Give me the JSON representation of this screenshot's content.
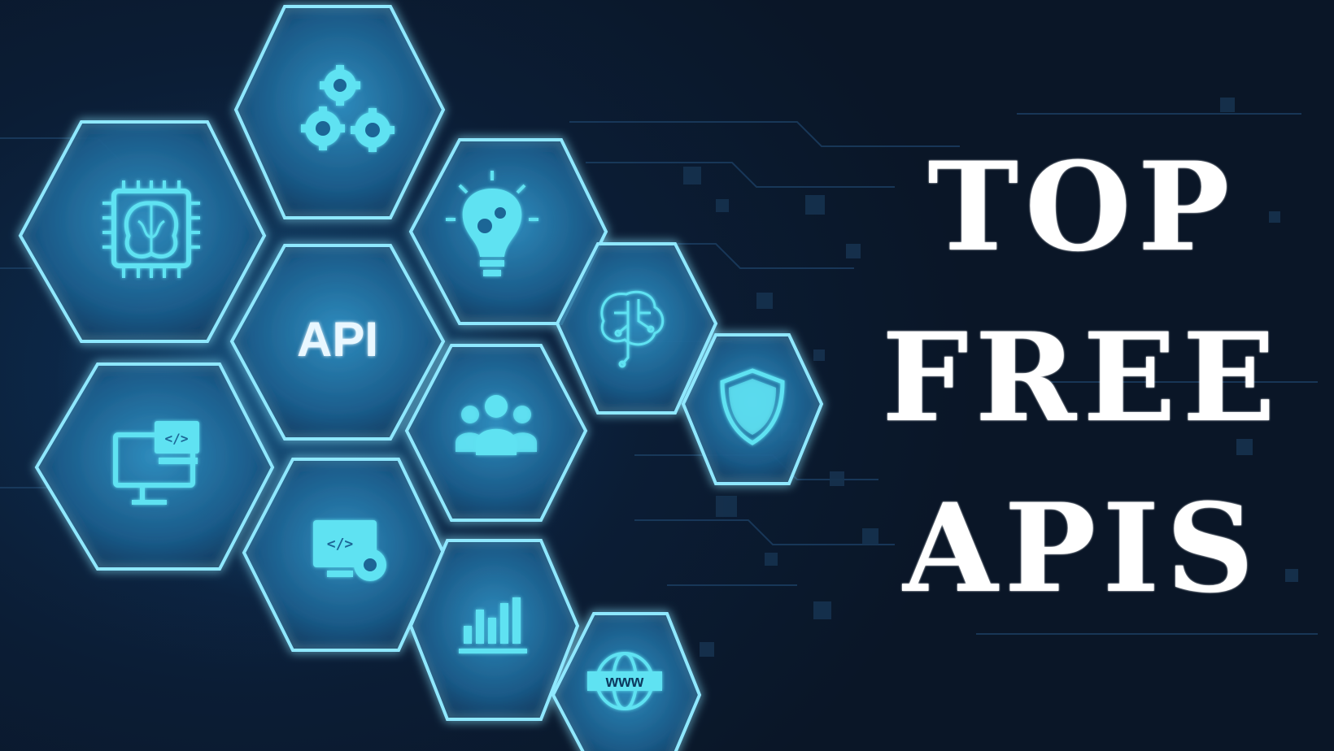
{
  "headline": {
    "lines": [
      "TOP",
      "FREE",
      "APIS"
    ]
  },
  "hexagons": {
    "center_label": "API",
    "icons": [
      "gears-icon",
      "ai-chip-brain-icon",
      "lightbulb-gears-icon",
      "api-label",
      "circuit-brain-icon",
      "shield-icon",
      "monitor-code-icon",
      "team-people-icon",
      "code-settings-icon",
      "bar-chart-icon",
      "www-globe-icon"
    ]
  },
  "colors": {
    "background": "#0a1627",
    "hex_glow": "#7fe3ff",
    "icon": "#5fe2f2",
    "headline": "#ffffff"
  }
}
